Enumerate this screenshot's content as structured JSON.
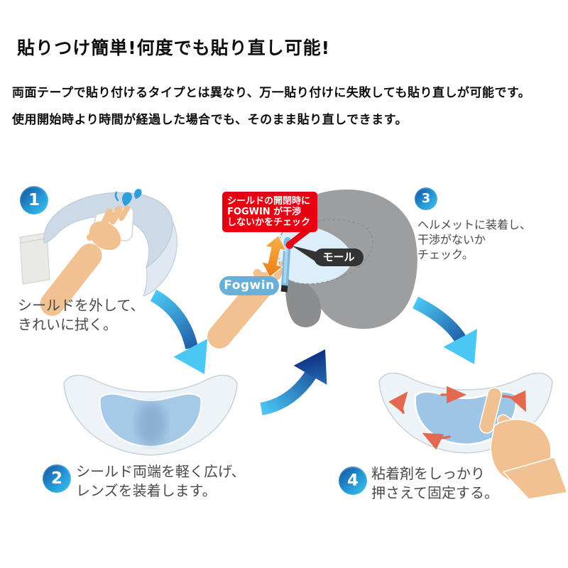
{
  "header": {
    "title": "貼りつけ簡単!何度でも貼り直し可能!"
  },
  "intro": {
    "line1": "両面テープで貼り付けるタイプとは異なり、万一貼り付けに失敗しても貼り直しが可能です。",
    "line2": "使用開始時より時間が経過した場合でも、そのまま貼り直しできます。"
  },
  "steps": [
    {
      "number": "1",
      "caption_lines": [
        "シールドを外して、",
        "きれいに拭く。"
      ]
    },
    {
      "number": "2",
      "caption_lines": [
        "シールド両端を軽く広げ、",
        "レンズを装着します。"
      ]
    },
    {
      "number": "3",
      "caption_lines": [
        "ヘルメットに装着し、",
        "干渉がないか",
        "チェック。"
      ]
    },
    {
      "number": "4",
      "caption_lines": [
        "粘着剤をしっかり",
        "押さえて固定する。"
      ]
    }
  ],
  "callout": {
    "line1": "シールドの開閉時に",
    "line2": "FOGWIN が干渉",
    "line3": "しないかをチェック"
  },
  "labels": {
    "mall": "モール",
    "fogwin": "Fogwin"
  },
  "colors": {
    "step_badge_dark": "#15549e",
    "step_badge_light": "#3fc3ee",
    "callout_red": "#e60012",
    "mall_black": "#333333",
    "fogwin_blue": "#68b0d8",
    "flow_arrow_light": "#4ac7f2",
    "flow_arrow_dark": "#0e2f85",
    "check_arrow_orange": "#f29b2e",
    "press_arrow_red": "#e4684f",
    "helmet_gray": "#9c9ea0",
    "shield_lens_blue": "#a6c9e7",
    "hand_skin": "#f2c192"
  }
}
